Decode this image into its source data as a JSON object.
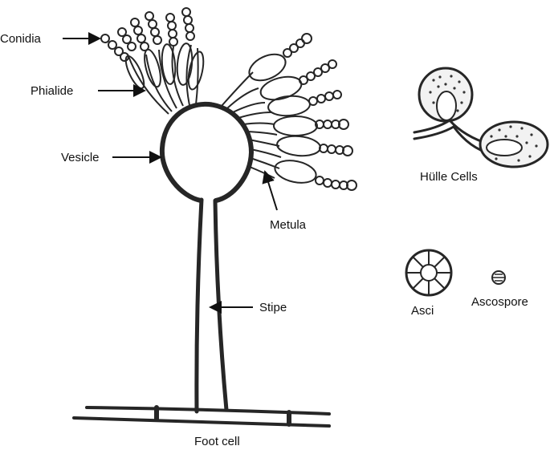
{
  "labels": {
    "conidia": "Conidia",
    "phialide": "Phialide",
    "vesicle": "Vesicle",
    "metula": "Metula",
    "stipe": "Stipe",
    "foot_cell": "Foot cell",
    "hulle_cells": "Hülle Cells",
    "asci": "Asci",
    "ascospore": "Ascospore"
  }
}
